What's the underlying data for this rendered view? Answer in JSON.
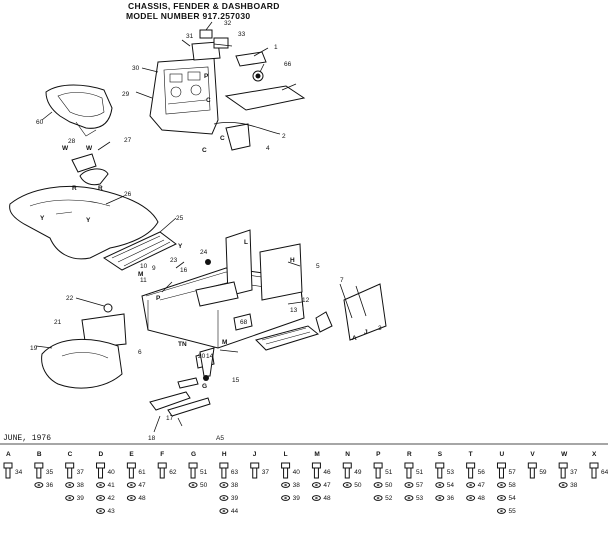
{
  "title": {
    "line1": "CHASSIS, FENDER & DASHBOARD",
    "line2": "MODEL NUMBER 917.257030"
  },
  "date_code": "JUNE, 1976",
  "figure_code": "A5",
  "callouts": {
    "c1": "1",
    "c2": "2",
    "c3": "3",
    "c4": "4",
    "c5": "5",
    "c6": "6",
    "c7": "7",
    "c9": "9",
    "c10": "10",
    "c11": "11",
    "c12": "12",
    "c13": "13",
    "c14": "14",
    "c15": "15",
    "c16": "16",
    "c17": "17",
    "c18": "18",
    "c19": "19",
    "c20": "20",
    "c21": "21",
    "c22": "22",
    "c23": "23",
    "c24": "24",
    "c25": "25",
    "c26": "26",
    "c27": "27",
    "c28": "28",
    "c29": "29",
    "c30": "30",
    "c31": "31",
    "c32": "32",
    "c33": "33",
    "c60": "60",
    "c66": "66",
    "c68": "68"
  },
  "hardware": [
    {
      "key": "A",
      "parts": [
        "34"
      ]
    },
    {
      "key": "B",
      "parts": [
        "35",
        "36"
      ]
    },
    {
      "key": "C",
      "parts": [
        "37",
        "38",
        "39"
      ]
    },
    {
      "key": "D",
      "parts": [
        "40",
        "41",
        "42",
        "43"
      ]
    },
    {
      "key": "E",
      "parts": [
        "61",
        "47",
        "48"
      ]
    },
    {
      "key": "F",
      "parts": [
        "62"
      ]
    },
    {
      "key": "G",
      "parts": [
        "51",
        "50"
      ]
    },
    {
      "key": "H",
      "parts": [
        "63",
        "38",
        "39",
        "44"
      ]
    },
    {
      "key": "J",
      "parts": [
        "37"
      ]
    },
    {
      "key": "L",
      "parts": [
        "40",
        "38",
        "39"
      ]
    },
    {
      "key": "M",
      "parts": [
        "46",
        "47",
        "48"
      ]
    },
    {
      "key": "N",
      "parts": [
        "49",
        "50"
      ]
    },
    {
      "key": "P",
      "parts": [
        "51",
        "50",
        "52"
      ]
    },
    {
      "key": "R",
      "parts": [
        "51",
        "57",
        "53"
      ]
    },
    {
      "key": "S",
      "parts": [
        "53",
        "54",
        "36"
      ]
    },
    {
      "key": "T",
      "parts": [
        "56",
        "47",
        "48"
      ]
    },
    {
      "key": "U",
      "parts": [
        "57",
        "58",
        "54",
        "55"
      ]
    },
    {
      "key": "V",
      "parts": [
        "59"
      ]
    },
    {
      "key": "W",
      "parts": [
        "37",
        "38"
      ]
    },
    {
      "key": "X",
      "parts": [
        "64"
      ]
    }
  ]
}
